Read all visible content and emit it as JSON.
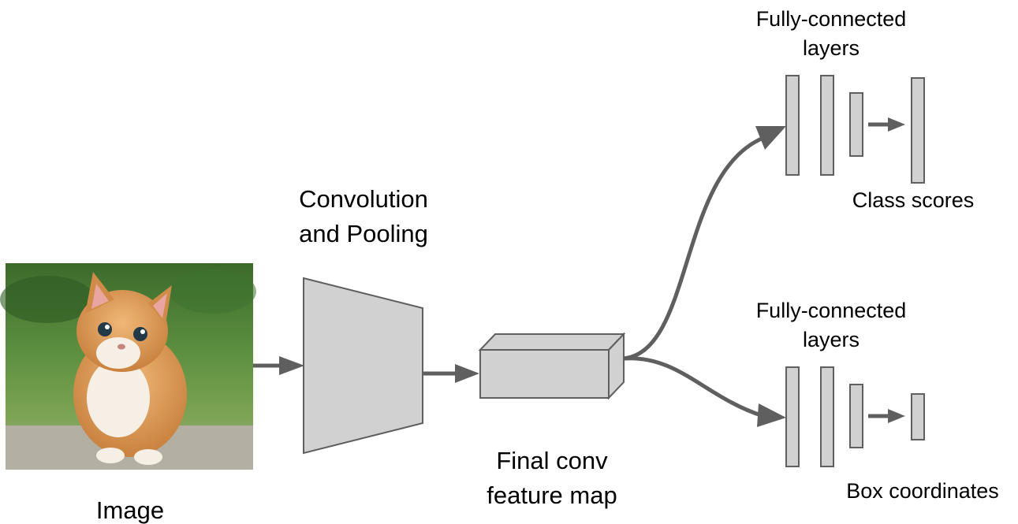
{
  "labels": {
    "image": "Image",
    "conv_line1": "Convolution",
    "conv_line2": "and Pooling",
    "feature_line1": "Final conv",
    "feature_line2": "feature map",
    "fc_top_line1": "Fully-connected",
    "fc_top_line2": "layers",
    "class_scores": "Class scores",
    "fc_bottom_line1": "Fully-connected",
    "fc_bottom_line2": "layers",
    "box_coordinates": "Box coordinates"
  },
  "colors": {
    "shape_fill": "#d1d1d1",
    "stroke": "#5f5f5f",
    "text": "#000000"
  }
}
